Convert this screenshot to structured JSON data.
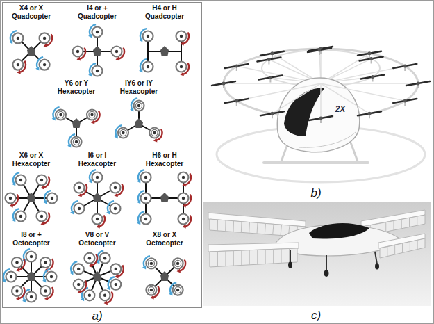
{
  "diagram": {
    "labels": [
      "X4 or X Quadcopter",
      "I4 or + Quadcopter",
      "H4 or H Quadcopter",
      "Y6 or Y Hexacopter",
      "IY6 or IY Hexacopter",
      "X6 or X Hexacopter",
      "I6 or I Hexacopter",
      "H6 or H Hexacopter",
      "I8 or + Octocopter",
      "V8 or V Octocopter",
      "X8 or X Octocopter",
      "2X",
      "a)",
      "b)",
      "c)"
    ]
  }
}
